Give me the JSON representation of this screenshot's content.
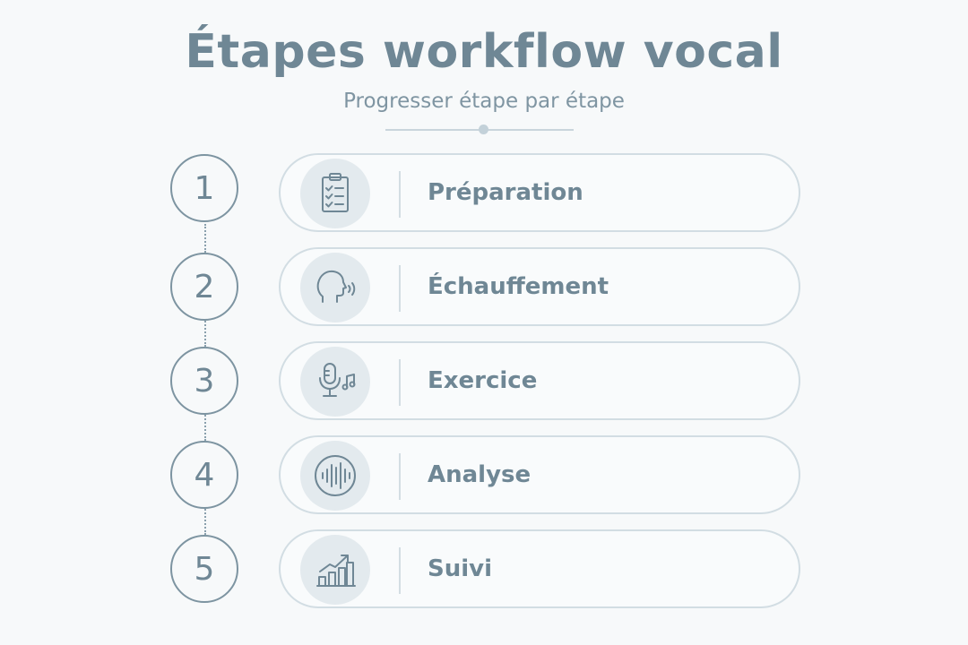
{
  "title": "Étapes workflow vocal",
  "subtitle": "Progresser étape par étape",
  "steps": [
    {
      "number": "1",
      "label": "Préparation",
      "icon": "clipboard-checklist-icon"
    },
    {
      "number": "2",
      "label": "Échauffement",
      "icon": "head-speaking-icon"
    },
    {
      "number": "3",
      "label": "Exercice",
      "icon": "microphone-music-icon"
    },
    {
      "number": "4",
      "label": "Analyse",
      "icon": "sound-wave-icon"
    },
    {
      "number": "5",
      "label": "Suivi",
      "icon": "growth-chart-icon"
    }
  ],
  "colors": {
    "background": "#f7f9fa",
    "accent": "#6f8795",
    "card_border": "#d2dde3",
    "icon_bg": "#e3eaee"
  }
}
